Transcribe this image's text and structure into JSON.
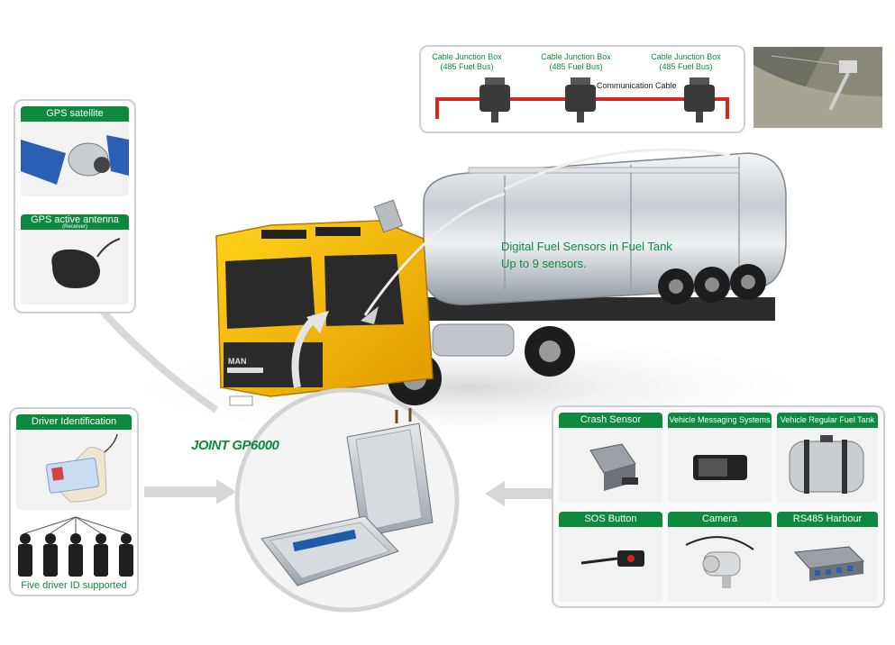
{
  "cable_panel": {
    "boxes": [
      {
        "title": "Cable Junction Box",
        "sub": "(485 Fuel Bus)"
      },
      {
        "title": "Cable Junction Box",
        "sub": "(485 Fuel Bus)"
      },
      {
        "title": "Cable Junction Box",
        "sub": "(485 Fuel Bus)"
      }
    ],
    "communication_label": "Communication Cable"
  },
  "gps_panel": {
    "satellite_label": "GPS satellite",
    "antenna_label": "GPS active antenna",
    "antenna_sub": "(Receiver)"
  },
  "driver_panel": {
    "title": "Driver Identification",
    "footer": "Five driver ID supported",
    "driver_count": 5
  },
  "fuel_sensor_text": {
    "line1": "Digital Fuel Sensors in Fuel Tank",
    "line2": "Up to 9 sensors."
  },
  "device_label": "JOINT GP6000",
  "truck_badge": "MAN",
  "accessories": [
    {
      "label": "Crash Sensor"
    },
    {
      "label": "Vehicle Messaging Systems"
    },
    {
      "label": "Vehicle Regular Fuel Tank"
    },
    {
      "label": "SOS Button"
    },
    {
      "label": "Camera"
    },
    {
      "label": "RS485 Harbour"
    }
  ],
  "colors": {
    "accent_green": "#0d8a3e",
    "cable_red": "#d7261e",
    "truck_yellow": "#f5b800",
    "tank_silver": "#c9ced3"
  }
}
